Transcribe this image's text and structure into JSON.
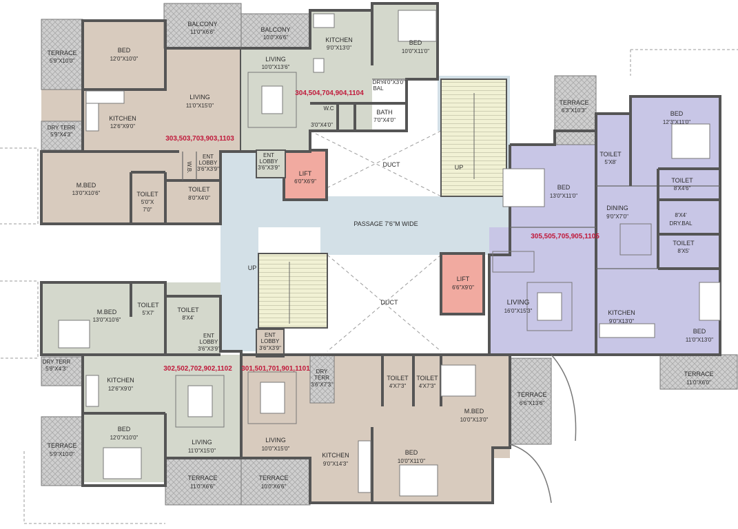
{
  "colors": {
    "unit_1": "#d8cbbe",
    "unit_2": "#d4d8cc",
    "unit_3": "#c8c6e6",
    "common": "#d3e0e7",
    "stair": "#f1f1d4",
    "lift": "#f1aaa0",
    "terrace": "#c8c8c8",
    "wall": "#555555",
    "unit_number": "#c0183a"
  },
  "units": {
    "u303": "303,503,703,903,1103",
    "u304": "304,504,704,904,1104",
    "u305": "305,505,705,905,1105",
    "u302": "302,502,702,902,1102",
    "u301": "301,501,701,901,1101"
  },
  "rooms": {
    "terrace_tl": {
      "name": "TERRACE",
      "size": "5'9\"X10'0\""
    },
    "bed_303": {
      "name": "BED",
      "size": "12'0\"X10'0\""
    },
    "balcony_303": {
      "name": "BALCONY",
      "size": "11'0\"X6'6\""
    },
    "living_303": {
      "name": "LIVING",
      "size": "11'0\"X15'0\""
    },
    "kitchen_303": {
      "name": "KITCHEN",
      "size": "12'6\"X9'0\""
    },
    "dryterr_303": {
      "name": "DRY TERR",
      "size": "5'9\"X4'3\""
    },
    "mbed_303": {
      "name": "M.BED",
      "size": "13'0\"X10'6\""
    },
    "wb_303": {
      "name": "W.B."
    },
    "toilet_303a": {
      "name": "TOILET",
      "size": "5'0\"X",
      "size2": "7'0\""
    },
    "toilet_303b": {
      "name": "TOILET",
      "size": "8'0\"X4'0\""
    },
    "entlobby_303": {
      "name": "ENT",
      "name2": "LOBBY",
      "size": "3'6\"X3'9\""
    },
    "balcony_304": {
      "name": "BALCONY",
      "size": "10'0\"X6'6\""
    },
    "living_304": {
      "name": "LIVING",
      "size": "10'0\"X13'6\""
    },
    "kitchen_304": {
      "name": "KITCHEN",
      "size": "9'0\"X13'0\""
    },
    "bed_304": {
      "name": "BED",
      "size": "10'0\"X11'0\""
    },
    "drybal_304": {
      "name": "DRY",
      "name2": "BAL",
      "size": "4'0\"X3'0\""
    },
    "wc_304": {
      "name": "W.C",
      "size": "3'0\"X4'0\""
    },
    "bath_304": {
      "name": "BATH",
      "size": "7'0\"X4'0\""
    },
    "entlobby_304": {
      "name": "ENT",
      "name2": "LOBBY",
      "size": "3'6\"X3'9\""
    },
    "lift_top": {
      "name": "LIFT",
      "size": "6'0\"X6'9\""
    },
    "duct_top": {
      "name": "DUCT"
    },
    "up_top": {
      "name": "UP"
    },
    "passage": {
      "name": "PASSAGE 7'6\"M WIDE"
    },
    "terrace_305": {
      "name": "TERRACE",
      "size": "6'3\"X10'3\""
    },
    "toilet_305a": {
      "name": "TOILET",
      "size": "5'X8'"
    },
    "bed_305a": {
      "name": "BED",
      "size": "12'3\"X11'0\""
    },
    "bed_305b": {
      "name": "BED",
      "size": "13'0\"X11'0\""
    },
    "toilet_305b": {
      "name": "TOILET",
      "size": "8'X4'6\""
    },
    "dining_305": {
      "name": "DINING",
      "size": "9'0\"X7'0\""
    },
    "drybal_305": {
      "name": "8'X4'",
      "name2": "DRY.BAL"
    },
    "toilet_305c": {
      "name": "TOILET",
      "size": "8'X5'"
    },
    "lift_bottom": {
      "name": "LIFT",
      "size": "6'6\"X9'0\""
    },
    "living_305": {
      "name": "LIVING",
      "size": "16'0\"X15'3\""
    },
    "kitchen_305": {
      "name": "KITCHEN",
      "size": "9'0\"X13'0\""
    },
    "bed_305c": {
      "name": "BED",
      "size": "11'0\"X13'0\""
    },
    "terrace_305b": {
      "name": "TERRACE",
      "size": "11'0\"X6'0\""
    },
    "up_bottom": {
      "name": "UP"
    },
    "duct_bottom": {
      "name": "DUCT"
    },
    "mbed_302": {
      "name": "M.BED",
      "size": "13'0\"X10'6\""
    },
    "toilet_302a": {
      "name": "TOILET",
      "size": "5'X7'"
    },
    "toilet_302b": {
      "name": "TOILET",
      "size": "8'X4'"
    },
    "entlobby_302": {
      "name": "ENT",
      "name2": "LOBBY",
      "size": "3'6\"X3'9\""
    },
    "dryterr_302": {
      "name": "DRY TERR",
      "size": "5'9\"X4'3\""
    },
    "kitchen_302": {
      "name": "KITCHEN",
      "size": "12'6\"X9'0\""
    },
    "terrace_302": {
      "name": "TERRACE",
      "size": "5'9\"X10'0\""
    },
    "bed_302": {
      "name": "BED",
      "size": "12'0\"X10'0\""
    },
    "living_302": {
      "name": "LIVING",
      "size": "11'0\"X15'0\""
    },
    "terrace_302b": {
      "name": "TERRACE",
      "size": "11'0\"X6'6\""
    },
    "entlobby_301": {
      "name": "ENT",
      "name2": "LOBBY",
      "size": "3'6\"X3'9\""
    },
    "dryterr_301": {
      "name": "DRY",
      "name2": "TERR",
      "size": "3'6\"X7'3\""
    },
    "living_301": {
      "name": "LIVING",
      "size": "10'0\"X15'0\""
    },
    "toilet_301a": {
      "name": "TOILET",
      "size": "4'X7'3\""
    },
    "toilet_301b": {
      "name": "TOILET",
      "size": "4'X7'3\""
    },
    "mbed_301": {
      "name": "M.BED",
      "size": "10'0\"X13'0\""
    },
    "terrace_301": {
      "name": "TERRACE",
      "size": "6'6\"X13'6\""
    },
    "kitchen_301": {
      "name": "KITCHEN",
      "size": "9'0\"X14'3\""
    },
    "bed_301": {
      "name": "BED",
      "size": "10'0\"X11'0\""
    },
    "terrace_301b": {
      "name": "TERRACE",
      "size": "10'0\"X6'6\""
    }
  }
}
